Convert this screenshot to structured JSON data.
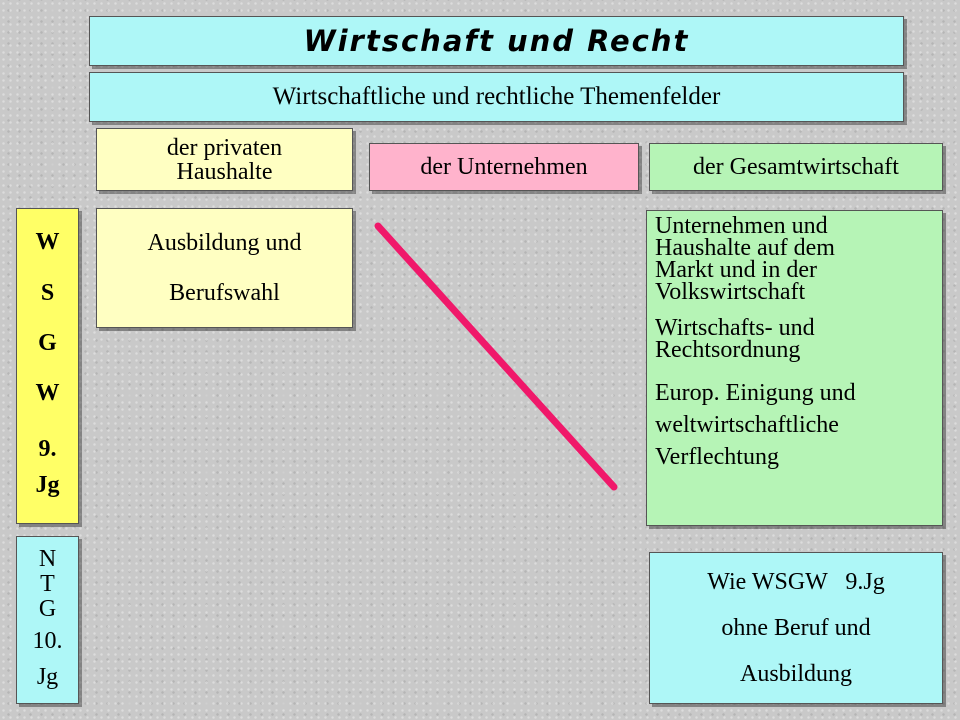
{
  "title": "Wirtschaft und Recht",
  "subtitle": "Wirtschaftliche und rechtliche Themenfelder",
  "headers": {
    "private": "der privaten\nHaushalte",
    "companies": "der Unternehmen",
    "economy": "der Gesamtwirtschaft"
  },
  "wsgw_label": [
    "W",
    "S",
    "G",
    "W",
    "9.\nJg"
  ],
  "ntg_label": [
    "N",
    "T",
    "G",
    "10.",
    "Jg"
  ],
  "ausbildung": [
    "Ausbildung und",
    "Berufswahl"
  ],
  "economy_topics": [
    "Unternehmen und\nHaushalte auf dem\nMarkt und in der\nVolkswirtschaft",
    "Wirtschafts- und\nRechtsordnung",
    "Europ. Einigung und\nweltwirtschaftliche\nVerflechtung"
  ],
  "ntg_topics": [
    "Wie WSGW   9.Jg",
    "ohne Beruf und",
    "Ausbildung"
  ],
  "colors": {
    "cyan": "#aef7f7",
    "light_yellow": "#ffffc2",
    "yellow": "#ffff66",
    "pink": "#ffb3cc",
    "green": "#b6f4b6",
    "cross_line": "#f0186a"
  }
}
